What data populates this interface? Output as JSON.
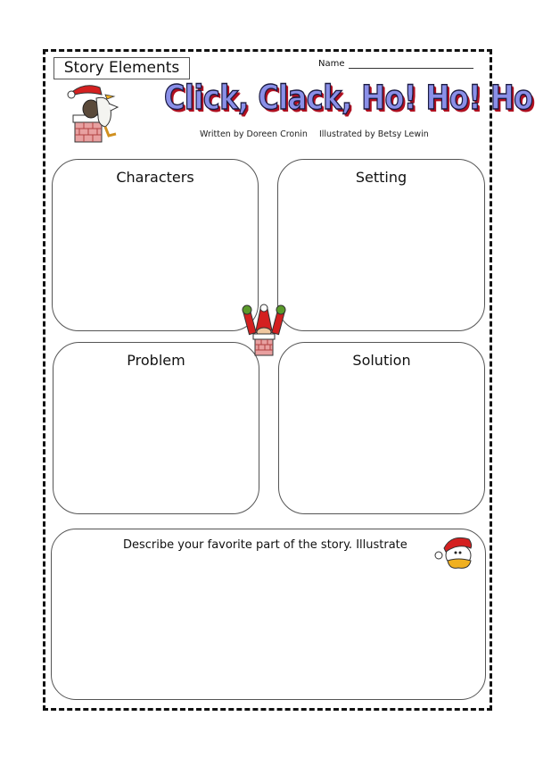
{
  "header": {
    "worksheet_label": "Story Elements",
    "name_label": "Name",
    "book_title": "Click, Clack, Ho! Ho! Ho!",
    "author": "Written by Doreen Cronin",
    "illustrator": "Illustrated by Betsy Lewin"
  },
  "boxes": {
    "characters": "Characters",
    "setting": "Setting",
    "problem": "Problem",
    "solution": "Solution",
    "favorite_prompt": "Describe your favorite part of the story. Illustrate"
  },
  "illustrations": {
    "header_art": "duck-santa-on-chimney-icon",
    "center_art": "santa-in-chimney-icon",
    "corner_art": "duck-santa-hat-icon"
  },
  "colors": {
    "title_fill": "#8a8fe8",
    "title_shadow": "#b01020",
    "hat_red": "#d42020",
    "brick": "#c04040",
    "mitten_green": "#5a9a2a",
    "beak_yellow": "#f0b020"
  }
}
